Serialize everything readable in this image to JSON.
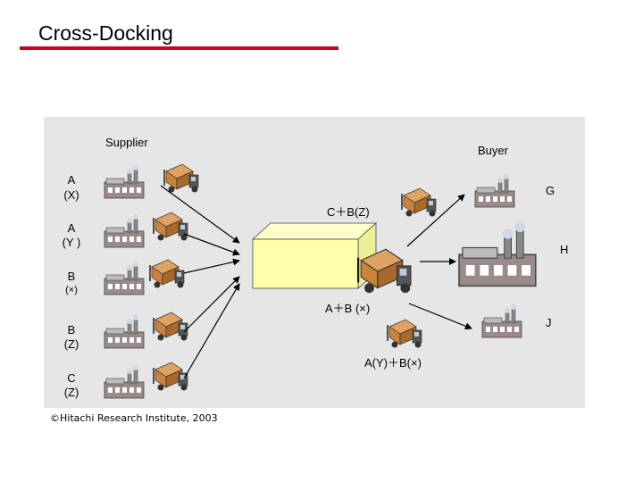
{
  "title": "Cross-Docking",
  "labels": {
    "supplier": "Supplier",
    "buyer": "Buyer",
    "suppliers": [
      {
        "line1": "A",
        "line2": "(X)"
      },
      {
        "line1": "A",
        "line2": "(Y )"
      },
      {
        "line1": "B",
        "line2": "(×)"
      },
      {
        "line1": "B",
        "line2": "(Z)"
      },
      {
        "line1": "C",
        "line2": "(Z)"
      }
    ],
    "buyers": [
      "G",
      "H",
      "J"
    ],
    "inbound_combo": "C＋B(Z)",
    "outbound_combo_1": "A＋B (×)",
    "outbound_combo_2": "A(Y)＋B(×)"
  },
  "copyright": "©Hitachi Research Institute, 2003",
  "colors": {
    "title_rule": "#d0021b",
    "panel": "#e6e6e6",
    "dock": "#ffffaa",
    "box": "#c8833c",
    "factory": "#9b8a8a"
  }
}
